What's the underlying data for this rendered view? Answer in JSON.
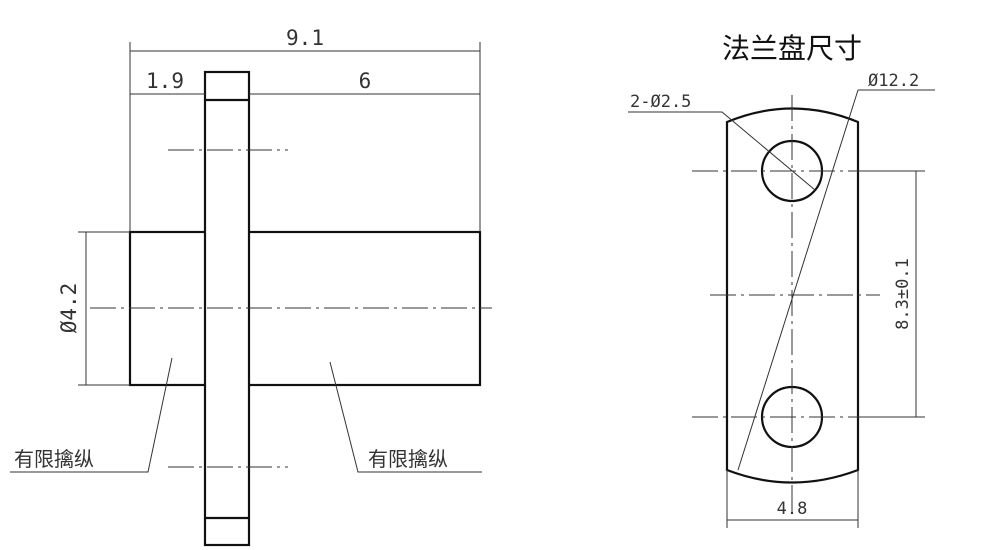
{
  "side_view": {
    "overall_length": "9.1",
    "flange_offset": "1.9",
    "body_length": "6",
    "diameter": "Ø4.2",
    "label_left": "有限擒纵",
    "label_right": "有限擒纵"
  },
  "flange_view": {
    "title": "法兰盘尺寸",
    "outer_diameter": "Ø12.2",
    "holes": "2-Ø2.5",
    "hole_spacing": "8.3±0.1",
    "width": "4.8"
  }
}
